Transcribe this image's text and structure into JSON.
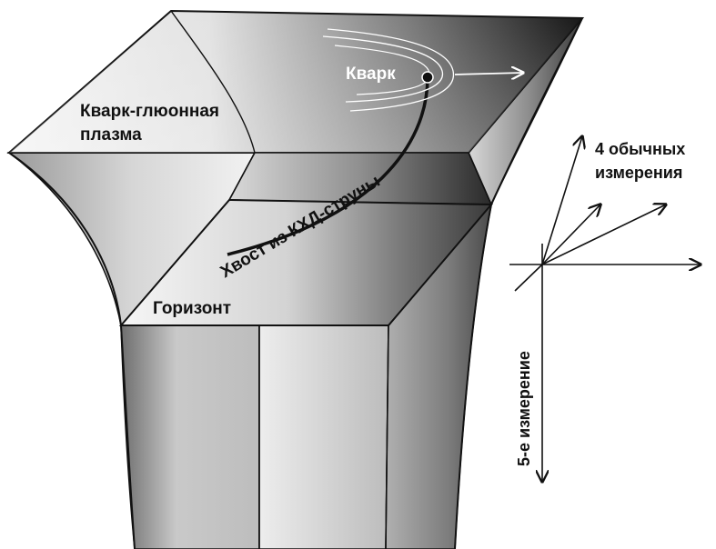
{
  "labels": {
    "quark": "Кварк",
    "plasma_line1": "Кварк-глюонная",
    "plasma_line2": "плазма",
    "string_tail": "Хвост из КХД-струны",
    "horizon": "Горизонт",
    "dims_line1": "4 обычных",
    "dims_line2": "измерения",
    "fifth_dim": "5-е измерение"
  }
}
